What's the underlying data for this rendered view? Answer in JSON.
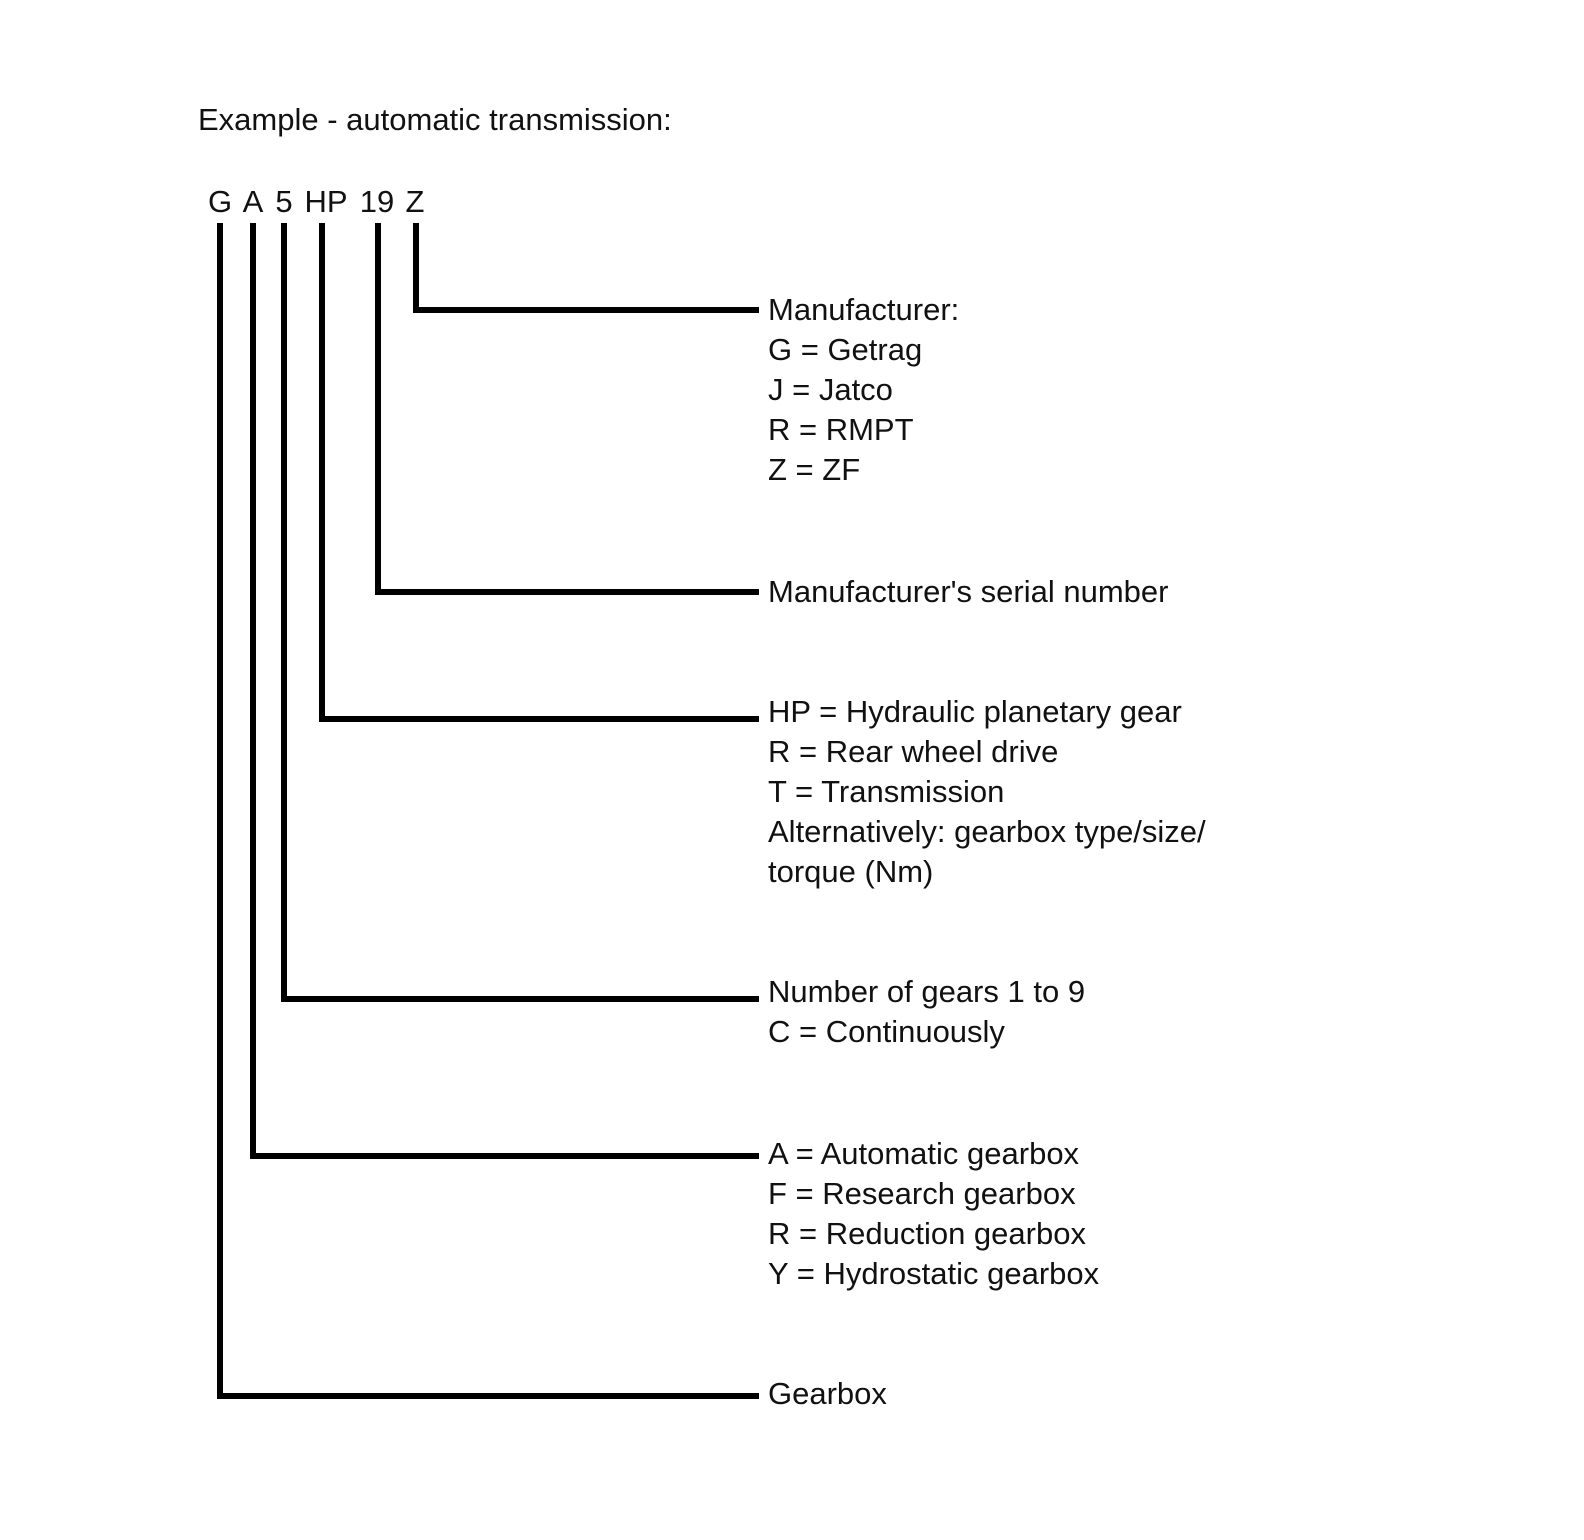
{
  "title": "Example - automatic transmission:",
  "code": {
    "letters": [
      "G",
      "A",
      "5",
      "HP",
      "19",
      "Z"
    ]
  },
  "descriptions": {
    "manufacturer": [
      "Manufacturer:",
      "G = Getrag",
      "J = Jatco",
      "R = RMPT",
      "Z = ZF"
    ],
    "serial": [
      "Manufacturer's serial number"
    ],
    "type": [
      "HP = Hydraulic planetary gear",
      "R = Rear wheel drive",
      "T = Transmission",
      "Alternatively: gearbox type/size/",
      "torque (Nm)"
    ],
    "gears": [
      "Number of gears 1 to 9",
      "C = Continuously"
    ],
    "gearbox_kind": [
      "A = Automatic gearbox",
      "F = Research gearbox",
      "R = Reduction gearbox",
      "Y = Hydrostatic gearbox"
    ],
    "gearbox": [
      "Gearbox"
    ]
  },
  "colors": {
    "line": "#000000",
    "text": "#111111"
  }
}
